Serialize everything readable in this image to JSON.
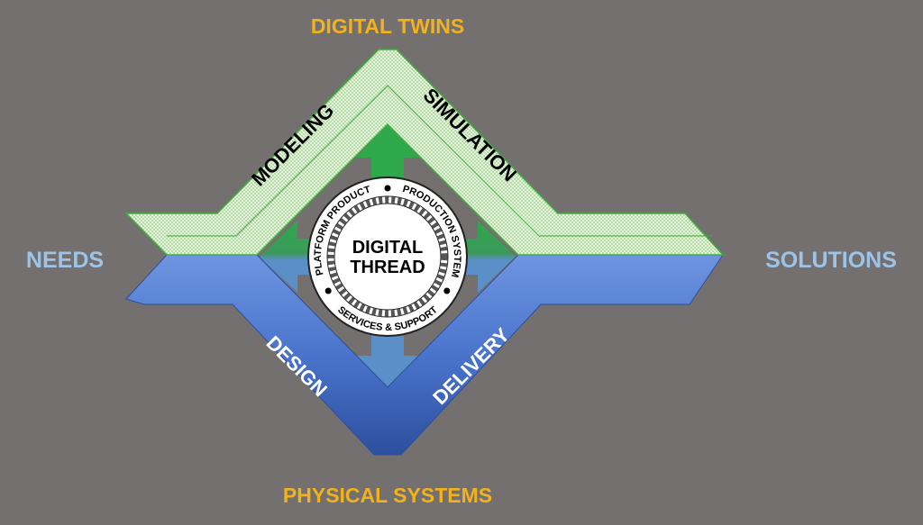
{
  "labels": {
    "top": "DIGITAL TWINS",
    "left": "NEEDS",
    "right": "SOLUTIONS",
    "bottom": "PHYSICAL SYSTEMS"
  },
  "bands": {
    "modeling": "MODELING",
    "simulation": "SIMULATION",
    "design": "DESIGN",
    "delivery": "DELIVERY"
  },
  "center": {
    "line1": "DIGITAL",
    "line2": "THREAD",
    "ring_left": "PLATFORM PRODUCT",
    "ring_right": "PRODUCTION SYSTEM",
    "ring_bottom": "SERVICES & SUPPORT"
  },
  "colors": {
    "background": "#747070",
    "accent_orange": "#f2b21c",
    "accent_blue": "#9dc3e6",
    "green": "#2ea84a",
    "blue_band": "#4472c4"
  }
}
